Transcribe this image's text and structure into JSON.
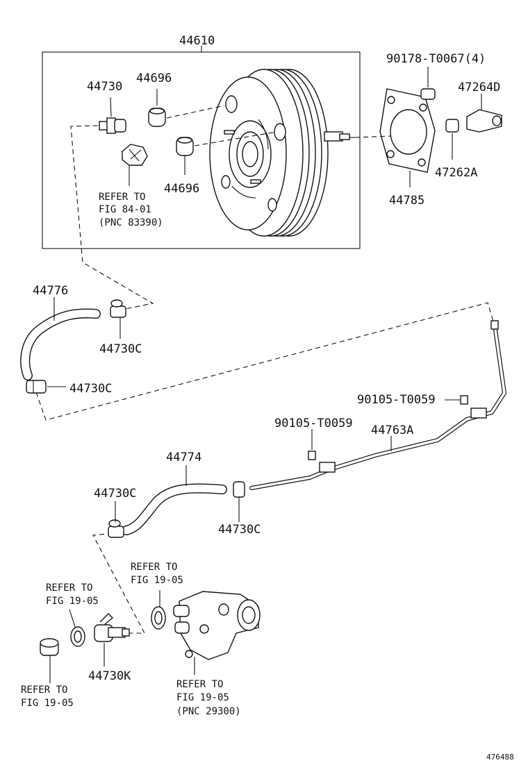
{
  "labels": {
    "assembly_44610": "44610",
    "p44730": "44730",
    "p44696_top": "44696",
    "p44696_bottom": "44696",
    "p90178": "90178-T0067(4)",
    "p47264D": "47264D",
    "p47262A": "47262A",
    "p44785": "44785",
    "p44776": "44776",
    "p44730C_a": "44730C",
    "p44730C_b": "44730C",
    "p90105_a": "90105-T0059",
    "p90105_b": "90105-T0059",
    "p44763A": "44763A",
    "p44774": "44774",
    "p44730C_c": "44730C",
    "p44730C_d": "44730C",
    "p44730K": "44730K"
  },
  "refs": {
    "ref_84_01": [
      "REFER TO",
      "FIG 84-01",
      "(PNC 83390)"
    ],
    "ref_19_05_top": [
      "REFER TO",
      "FIG 19-05"
    ],
    "ref_19_05_left": [
      "REFER TO",
      "FIG 19-05"
    ],
    "ref_19_05_cap": [
      "REFER TO",
      "FIG 19-05"
    ],
    "ref_19_05_pump": [
      "REFER TO",
      "FIG 19-05",
      "(PNC 29300)"
    ]
  },
  "figure_number": "476488"
}
